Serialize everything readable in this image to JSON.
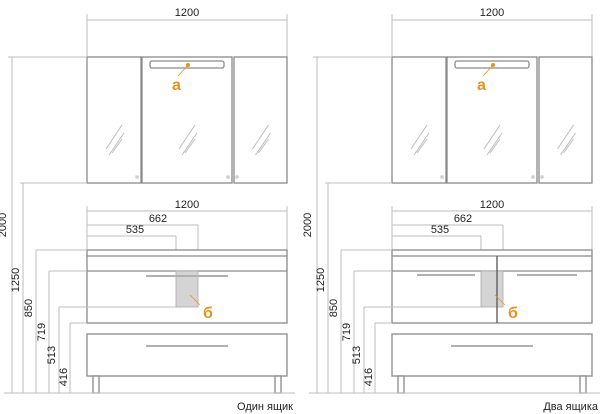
{
  "panels": [
    {
      "caption": "Один ящик",
      "drawers": 1,
      "dims": {
        "top_width": "1200",
        "bottom_width": "1200",
        "d662": "662",
        "d535": "535",
        "h2000": "2000",
        "h1250": "1250",
        "h850": "850",
        "h719": "719",
        "h513": "513",
        "h416": "416"
      },
      "label_a": "а",
      "label_b": "б"
    },
    {
      "caption": "Два ящика",
      "drawers": 2,
      "dims": {
        "top_width": "1200",
        "bottom_width": "1200",
        "d662": "662",
        "d535": "535",
        "h2000": "2000",
        "h1250": "1250",
        "h850": "850",
        "h719": "719",
        "h513": "513",
        "h416": "416"
      },
      "label_a": "а",
      "label_b": "б"
    }
  ],
  "colors": {
    "accent": "#e8901f",
    "gray_panel": "#d4d4d4"
  }
}
